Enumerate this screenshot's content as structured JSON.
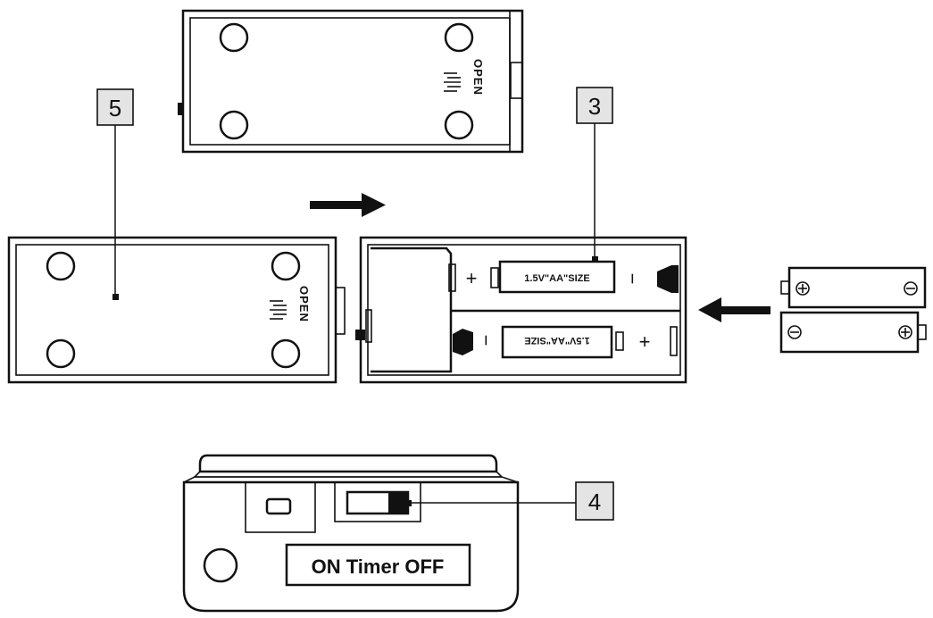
{
  "callouts": {
    "five": "5",
    "three": "3",
    "four": "4"
  },
  "cover": {
    "open_label": "OPEN"
  },
  "battery": {
    "label": "1.5V\"AA\"SIZE",
    "plus": "+",
    "minus": "−"
  },
  "switch": {
    "label": "ON Timer OFF"
  },
  "icons": {
    "arrow_right": "arrow-right-icon",
    "arrow_left": "arrow-left-icon",
    "plus_terminal": "plus-terminal-icon",
    "minus_terminal": "minus-terminal-icon"
  }
}
